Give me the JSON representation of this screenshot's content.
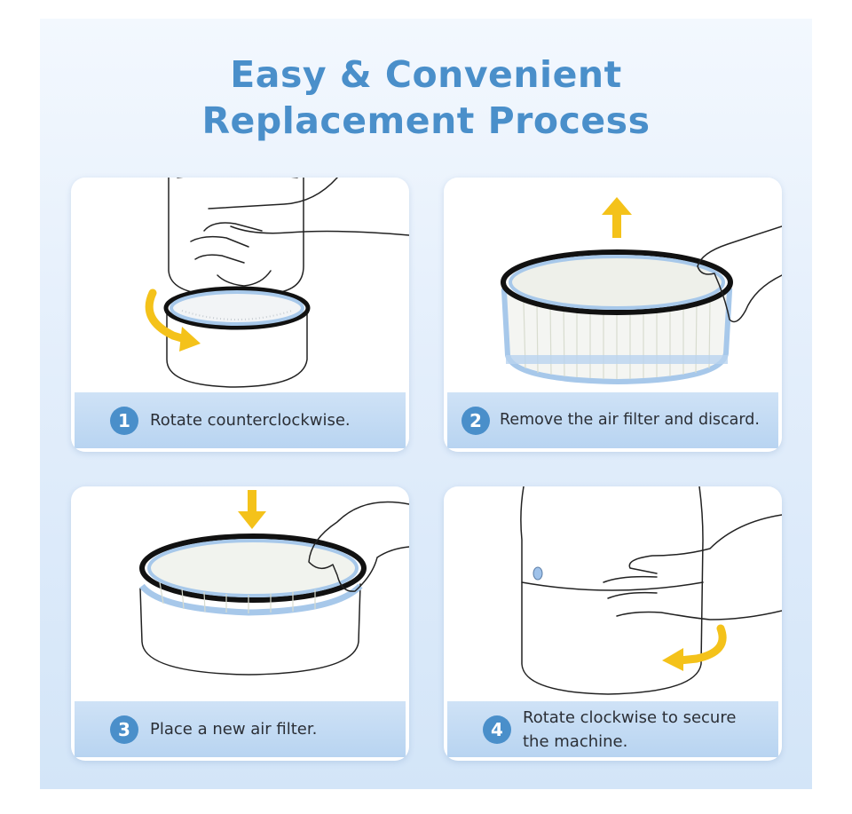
{
  "title": {
    "line1": "Easy & Convenient",
    "line2": "Replacement Process"
  },
  "steps": [
    {
      "number": "1",
      "lines": [
        "Rotate counterclockwise."
      ],
      "arrow": "curved-arrow-counterclockwise"
    },
    {
      "number": "2",
      "lines": [
        "Remove the air filter and discard."
      ],
      "arrow": "arrow-up"
    },
    {
      "number": "3",
      "lines": [
        "Place a new air filter."
      ],
      "arrow": "arrow-down"
    },
    {
      "number": "4",
      "lines": [
        "Rotate clockwise to secure",
        "the machine."
      ],
      "arrow": "curved-arrow-clockwise"
    }
  ],
  "colors": {
    "title": "#4a8fca",
    "badge": "#4a8fca",
    "caption_bg": "#c3dbf3",
    "arrow": "#f4c21a",
    "filter_ring": "#a7c8ea"
  }
}
